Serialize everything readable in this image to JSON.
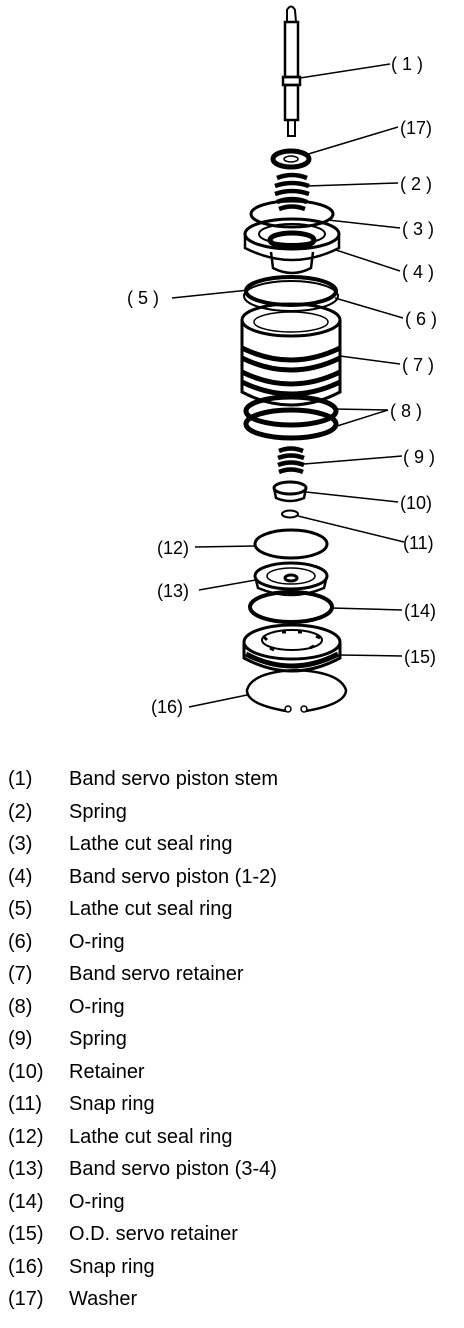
{
  "callouts": [
    {
      "id": "1",
      "label": "( 1 )"
    },
    {
      "id": "17",
      "label": "(17)"
    },
    {
      "id": "2",
      "label": "( 2 )"
    },
    {
      "id": "3",
      "label": "( 3 )"
    },
    {
      "id": "4",
      "label": "( 4 )"
    },
    {
      "id": "5",
      "label": "( 5 )"
    },
    {
      "id": "6",
      "label": "( 6 )"
    },
    {
      "id": "7",
      "label": "( 7 )"
    },
    {
      "id": "8",
      "label": "( 8 )"
    },
    {
      "id": "9",
      "label": "( 9 )"
    },
    {
      "id": "10",
      "label": "(10)"
    },
    {
      "id": "11",
      "label": "(11)"
    },
    {
      "id": "12",
      "label": "(12)"
    },
    {
      "id": "13",
      "label": "(13)"
    },
    {
      "id": "14",
      "label": "(14)"
    },
    {
      "id": "15",
      "label": "(15)"
    },
    {
      "id": "16",
      "label": "(16)"
    }
  ],
  "legend": [
    {
      "num": "(1)",
      "desc": "Band servo piston stem"
    },
    {
      "num": "(2)",
      "desc": "Spring"
    },
    {
      "num": "(3)",
      "desc": "Lathe cut seal ring"
    },
    {
      "num": "(4)",
      "desc": "Band servo piston (1-2)"
    },
    {
      "num": "(5)",
      "desc": "Lathe cut seal ring"
    },
    {
      "num": "(6)",
      "desc": "O-ring"
    },
    {
      "num": "(7)",
      "desc": "Band servo retainer"
    },
    {
      "num": "(8)",
      "desc": "O-ring"
    },
    {
      "num": "(9)",
      "desc": "Spring"
    },
    {
      "num": "(10)",
      "desc": "Retainer"
    },
    {
      "num": "(11)",
      "desc": "Snap ring"
    },
    {
      "num": "(12)",
      "desc": "Lathe cut seal ring"
    },
    {
      "num": "(13)",
      "desc": "Band servo piston (3-4)"
    },
    {
      "num": "(14)",
      "desc": "O-ring"
    },
    {
      "num": "(15)",
      "desc": "O.D. servo retainer"
    },
    {
      "num": "(16)",
      "desc": "Snap ring"
    },
    {
      "num": "(17)",
      "desc": "Washer"
    }
  ]
}
